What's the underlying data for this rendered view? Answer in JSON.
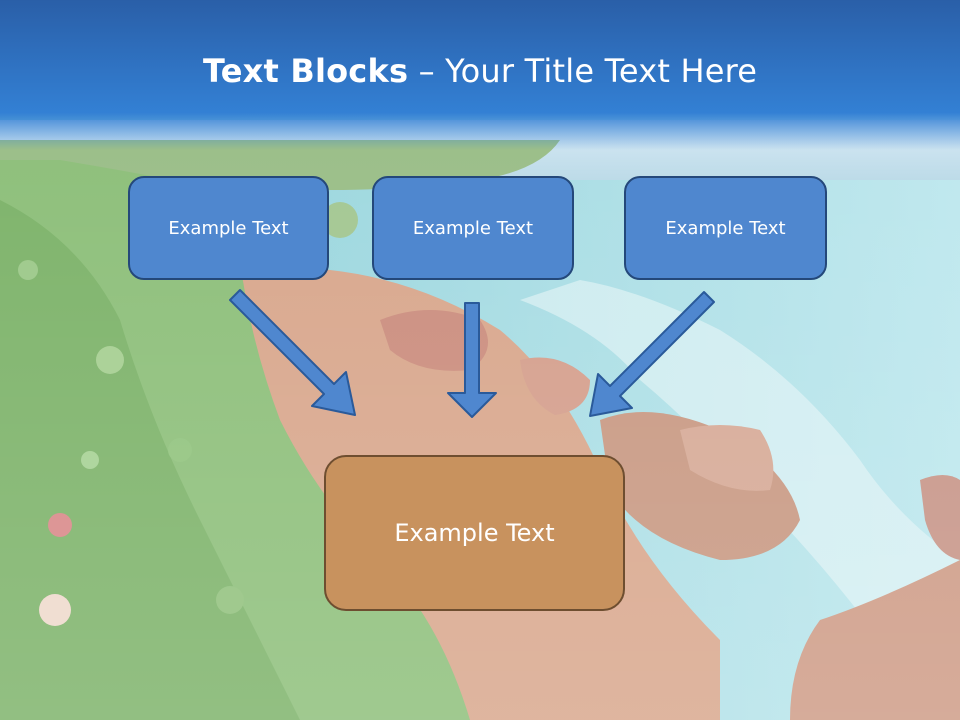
{
  "slide": {
    "title_bold": "Text Blocks",
    "title_separator": " – ",
    "title_rest": "Your Title Text Here"
  },
  "blocks": {
    "top_left": "Example Text",
    "top_center": "Example Text",
    "top_right": "Example Text",
    "bottom": "Example Text"
  },
  "colors": {
    "title_bar": "#2e6ec0",
    "box_blue": "#4f87cf",
    "box_blue_border": "#24487a",
    "box_orange": "#c8925e",
    "box_orange_border": "#6e4e30",
    "arrow_fill": "#4f87cf",
    "arrow_stroke": "#2a5a9a"
  }
}
